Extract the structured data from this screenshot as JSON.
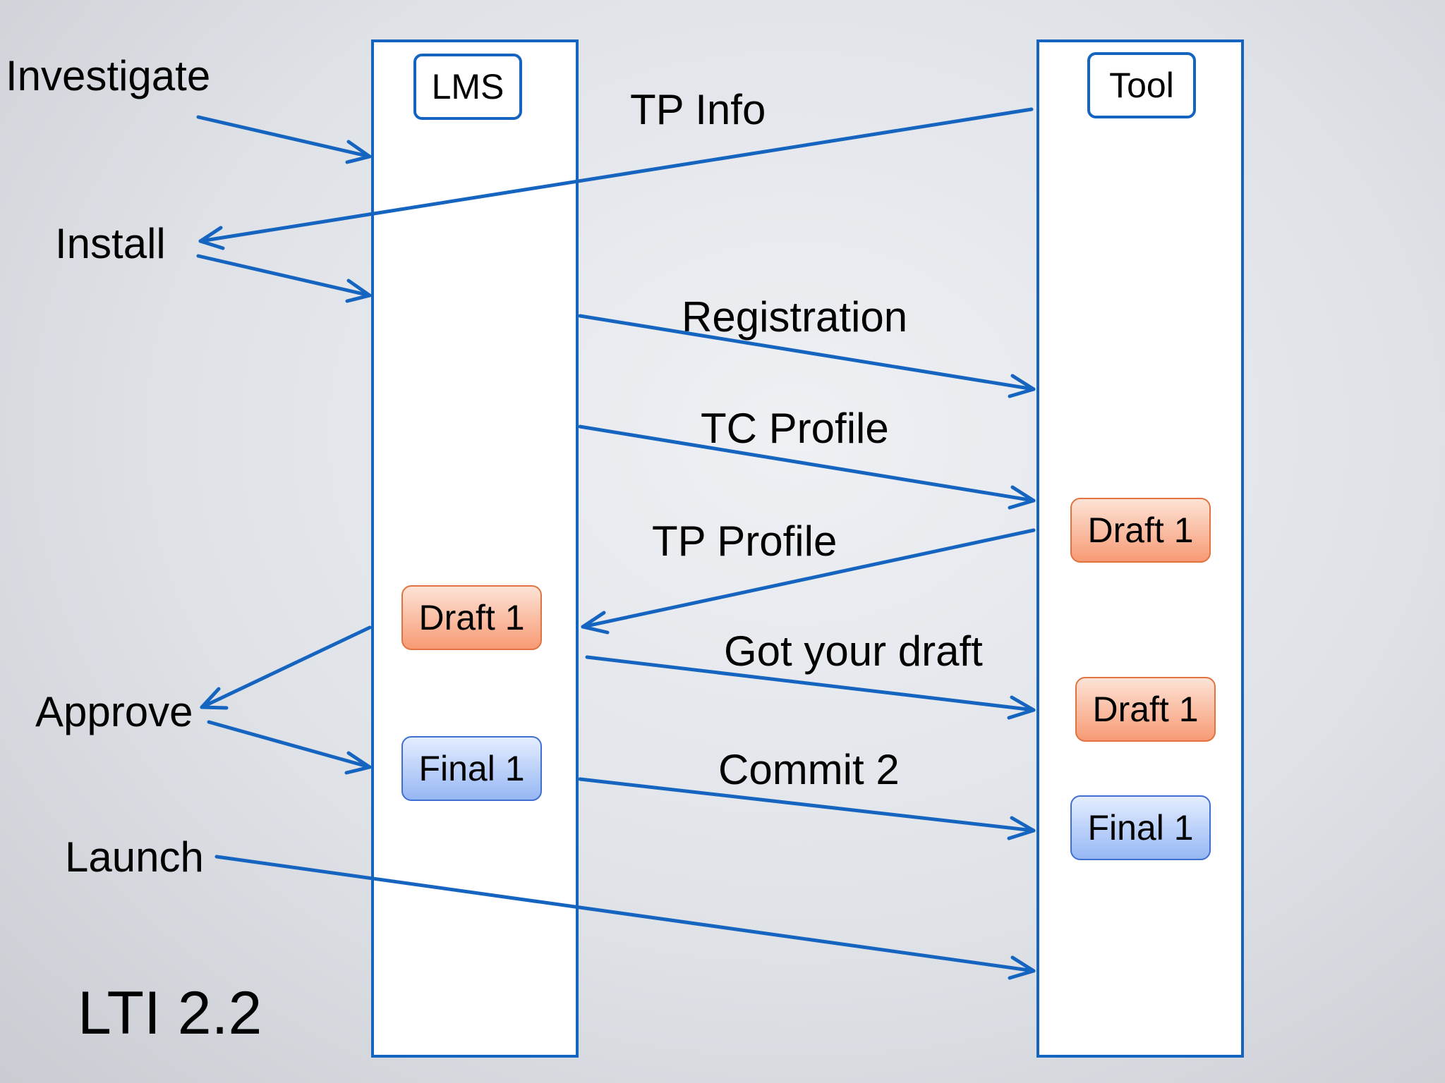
{
  "title": "LTI 2.2",
  "lanes": {
    "lms": "LMS",
    "tool": "Tool"
  },
  "left_labels": {
    "investigate": "Investigate",
    "install": "Install",
    "approve": "Approve",
    "launch": "Launch"
  },
  "messages": {
    "tp_info": "TP Info",
    "registration": "Registration",
    "tc_profile": "TC Profile",
    "tp_profile": "TP Profile",
    "got_draft": "Got your draft",
    "commit": "Commit 2"
  },
  "badges": {
    "lms_draft": "Draft 1",
    "lms_final": "Final 1",
    "tool_draft_1": "Draft 1",
    "tool_draft_2": "Draft 1",
    "tool_final": "Final 1"
  },
  "colors": {
    "arrow": "#1565c0",
    "draft": "#f79a74",
    "final": "#96b7f4"
  }
}
